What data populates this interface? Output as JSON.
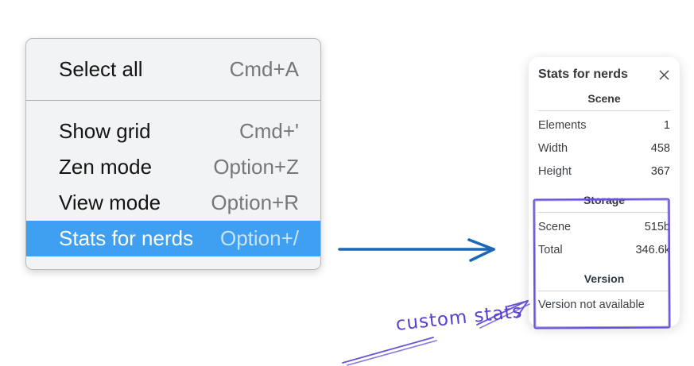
{
  "context_menu": {
    "items": [
      {
        "label": "Select all",
        "shortcut": "Cmd+A",
        "highlighted": false
      },
      {
        "label": "Show grid",
        "shortcut": "Cmd+'",
        "highlighted": false
      },
      {
        "label": "Zen mode",
        "shortcut": "Option+Z",
        "highlighted": false
      },
      {
        "label": "View mode",
        "shortcut": "Option+R",
        "highlighted": false
      },
      {
        "label": "Stats for nerds",
        "shortcut": "Option+/",
        "highlighted": true
      }
    ],
    "highlight_color": "#3f9ff1"
  },
  "stats_panel": {
    "title": "Stats for nerds",
    "sections": [
      {
        "heading": "Scene",
        "rows": [
          {
            "label": "Elements",
            "value": "1"
          },
          {
            "label": "Width",
            "value": "458"
          },
          {
            "label": "Height",
            "value": "367"
          }
        ]
      },
      {
        "heading": "Storage",
        "rows": [
          {
            "label": "Scene",
            "value": "515b"
          },
          {
            "label": "Total",
            "value": "346.6k"
          }
        ]
      },
      {
        "heading": "Version",
        "note": "Version not available"
      }
    ]
  },
  "annotations": {
    "label": "custom stats",
    "purple_color": "#6a53d6",
    "blue_arrow_color": "#1c67b6"
  }
}
